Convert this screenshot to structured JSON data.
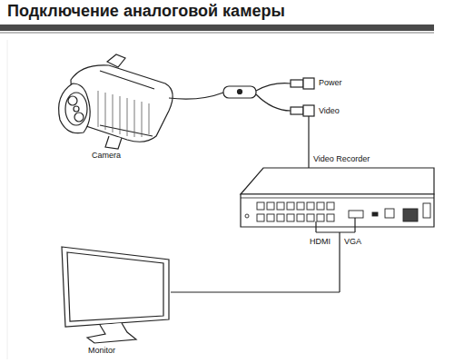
{
  "diagram": {
    "title": "Подключение аналоговой камеры",
    "labels": [
      "Camera",
      "Power",
      "Video",
      "Video Recorder",
      "HDMI",
      "VGA",
      "Monitor"
    ]
  }
}
